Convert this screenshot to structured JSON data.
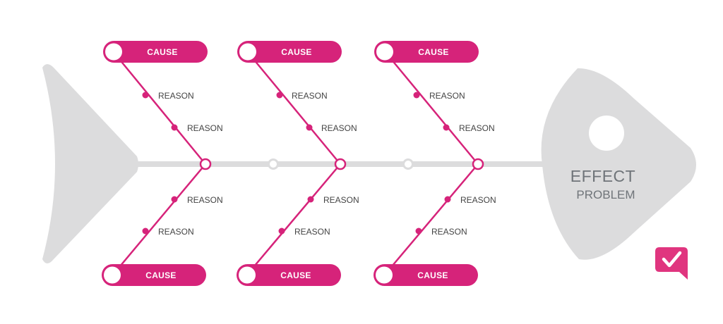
{
  "diagram": {
    "type": "fishbone",
    "colors": {
      "accent": "#d6237a",
      "skeleton": "#dcdcdd",
      "text": "#444444",
      "effect_text": "#6f7479"
    },
    "effect": {
      "title": "EFFECT",
      "subtitle": "PROBLEM"
    },
    "causes": {
      "top": [
        {
          "label": "CAUSE",
          "reasons": [
            "REASON",
            "REASON"
          ]
        },
        {
          "label": "CAUSE",
          "reasons": [
            "REASON",
            "REASON"
          ]
        },
        {
          "label": "CAUSE",
          "reasons": [
            "REASON",
            "REASON"
          ]
        }
      ],
      "bottom": [
        {
          "label": "CAUSE",
          "reasons": [
            "REASON",
            "REASON"
          ]
        },
        {
          "label": "CAUSE",
          "reasons": [
            "REASON",
            "REASON"
          ]
        },
        {
          "label": "CAUSE",
          "reasons": [
            "REASON",
            "REASON"
          ]
        }
      ]
    },
    "logo_icon": "checkmark-chat-icon"
  }
}
